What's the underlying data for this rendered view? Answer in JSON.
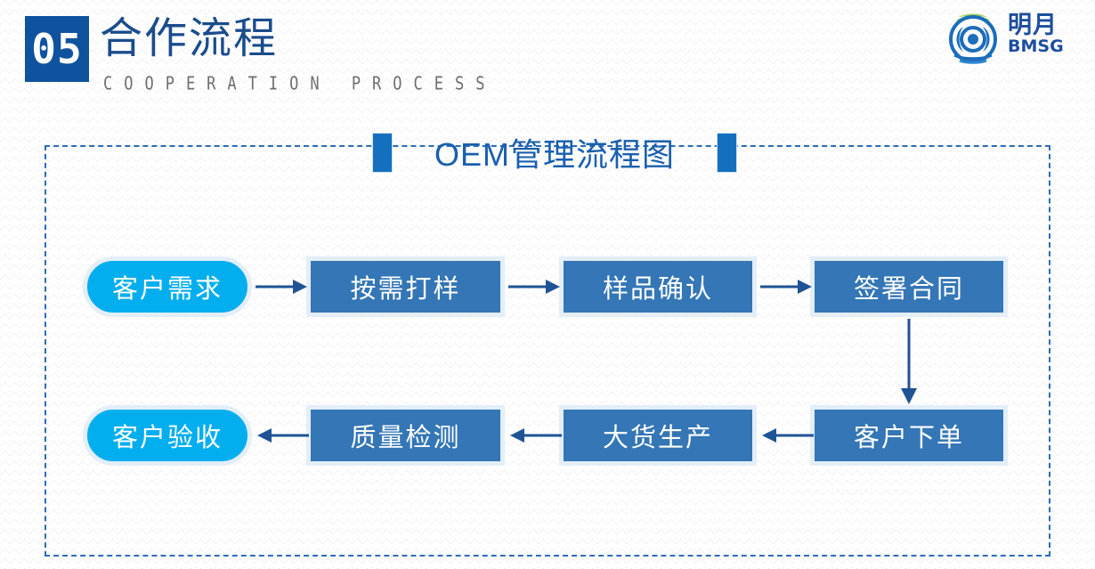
{
  "header": {
    "number": "05",
    "title_cn": "合作流程",
    "title_en": "COOPERATION PROCESS"
  },
  "logo": {
    "name_cn": "明月",
    "name_en": "BMSG",
    "mark_icon": "globe-logo-icon"
  },
  "diagram": {
    "title": "OEM管理流程图",
    "nodes": [
      {
        "id": "n1",
        "label": "客户需求",
        "shape": "pill",
        "color": "#03AEEF"
      },
      {
        "id": "n2",
        "label": "按需打样",
        "shape": "rect",
        "color": "#3476B6"
      },
      {
        "id": "n3",
        "label": "样品确认",
        "shape": "rect",
        "color": "#3476B6"
      },
      {
        "id": "n4",
        "label": "签署合同",
        "shape": "rect",
        "color": "#3476B6"
      },
      {
        "id": "n5",
        "label": "客户下单",
        "shape": "rect",
        "color": "#3476B6"
      },
      {
        "id": "n6",
        "label": "大货生产",
        "shape": "rect",
        "color": "#3476B6"
      },
      {
        "id": "n7",
        "label": "质量检测",
        "shape": "rect",
        "color": "#3476B6"
      },
      {
        "id": "n8",
        "label": "客户验收",
        "shape": "pill",
        "color": "#03AEEF"
      }
    ],
    "edges": [
      {
        "from": "n1",
        "to": "n2",
        "direction": "right"
      },
      {
        "from": "n2",
        "to": "n3",
        "direction": "right"
      },
      {
        "from": "n3",
        "to": "n4",
        "direction": "right"
      },
      {
        "from": "n4",
        "to": "n5",
        "direction": "down"
      },
      {
        "from": "n5",
        "to": "n6",
        "direction": "left"
      },
      {
        "from": "n6",
        "to": "n7",
        "direction": "left"
      },
      {
        "from": "n7",
        "to": "n8",
        "direction": "left"
      }
    ],
    "arrow_color": "#1F5396",
    "border_color": "#2B6CB8"
  }
}
